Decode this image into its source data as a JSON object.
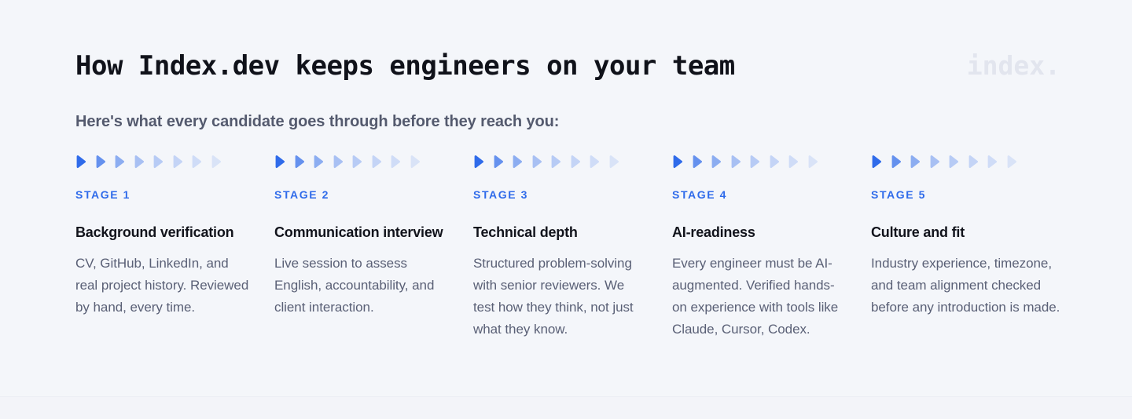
{
  "header": {
    "title": "How Index.dev keeps engineers on your team",
    "brand": "index.",
    "subtitle": "Here's what every candidate goes through before they reach you:"
  },
  "colors": {
    "background": "#f4f6fa",
    "accent": "#2f6bea",
    "arrow": "#2f6bea",
    "title": "#10121a",
    "subtitle": "#545a6e",
    "body": "#5a6076",
    "logo": "#e2e5ee"
  },
  "arrows": {
    "count_per_stage": 8,
    "icon": "play-triangle-icon",
    "opacities": [
      1,
      0.72,
      0.52,
      0.38,
      0.3,
      0.24,
      0.18,
      0.13
    ]
  },
  "stages": [
    {
      "label": "STAGE 1",
      "heading": "Background verification",
      "body": "CV, GitHub, LinkedIn, and real project history. Reviewed by hand, every time."
    },
    {
      "label": "STAGE 2",
      "heading": "Communication interview",
      "body": "Live session to assess English, accountability, and client interaction."
    },
    {
      "label": "STAGE 3",
      "heading": "Technical depth",
      "body": "Structured problem-solving with senior reviewers. We test how they think, not just what they know."
    },
    {
      "label": "STAGE 4",
      "heading": "AI-readiness",
      "body": "Every engineer must be AI-augmented. Verified hands-on experience with tools like Claude, Cursor, Codex."
    },
    {
      "label": "STAGE 5",
      "heading": "Culture and fit",
      "body": "Industry experience, timezone, and team alignment checked before any introduction is made."
    }
  ]
}
